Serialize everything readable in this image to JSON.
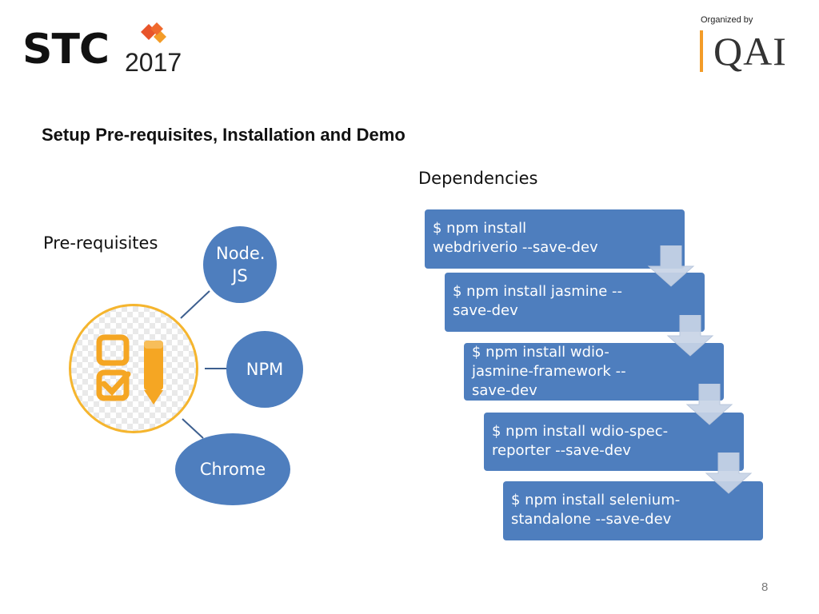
{
  "header": {
    "stc_logo_text": "STC",
    "stc_logo_year": "2017",
    "organized_by": "Organized by",
    "qai_logo_text": "QAI",
    "accent_color": "#f39c28"
  },
  "slide": {
    "title": "Setup Pre-requisites, Installation and Demo",
    "page_number": "8"
  },
  "prerequisites": {
    "heading": "Pre-requisites",
    "hub_icon": "checklist-pencil-icon",
    "nodes": [
      {
        "label": "Node. JS"
      },
      {
        "label": "NPM"
      },
      {
        "label": "Chrome"
      }
    ],
    "node_color": "#4e7ebe"
  },
  "dependencies": {
    "heading": "Dependencies",
    "steps": [
      {
        "line1": "$ npm install",
        "line2": "webdriverio --save-dev",
        "line3": ""
      },
      {
        "line1": "$ npm install jasmine --",
        "line2": "save-dev",
        "line3": ""
      },
      {
        "line1": "$ npm install wdio-",
        "line2": "jasmine-framework --",
        "line3": "save-dev"
      },
      {
        "line1": "$ npm install wdio-spec-",
        "line2": "reporter --save-dev",
        "line3": ""
      },
      {
        "line1": "$ npm install selenium-",
        "line2": "standalone --save-dev",
        "line3": ""
      }
    ],
    "step_color": "#4e7ebe",
    "arrow_icon": "down-arrow-icon"
  }
}
